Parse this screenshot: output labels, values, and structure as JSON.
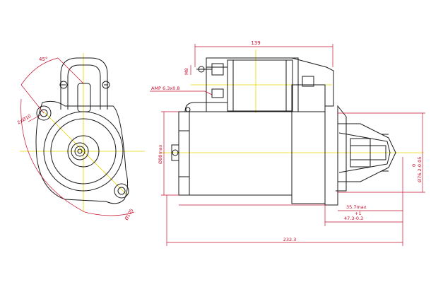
{
  "dimensions": {
    "angle": "45°",
    "holes": "2xØ10",
    "bolt_circle": "Ø105",
    "overall_top": "139",
    "thread": "M8",
    "terminal": "AMP 6.3x0.8",
    "body_dia": "Ø80max",
    "pilot_dia": "Ø76.2-0.05",
    "pilot_tol": "0",
    "pinion_len": "35.7max",
    "flange_dist_tol": "+1",
    "flange_dist": "47.3-0.3",
    "overall_len": "232.3"
  },
  "colors": {
    "outline": "#1a1a1a",
    "dimension": "#c8102e",
    "centerline": "#e6d800"
  }
}
